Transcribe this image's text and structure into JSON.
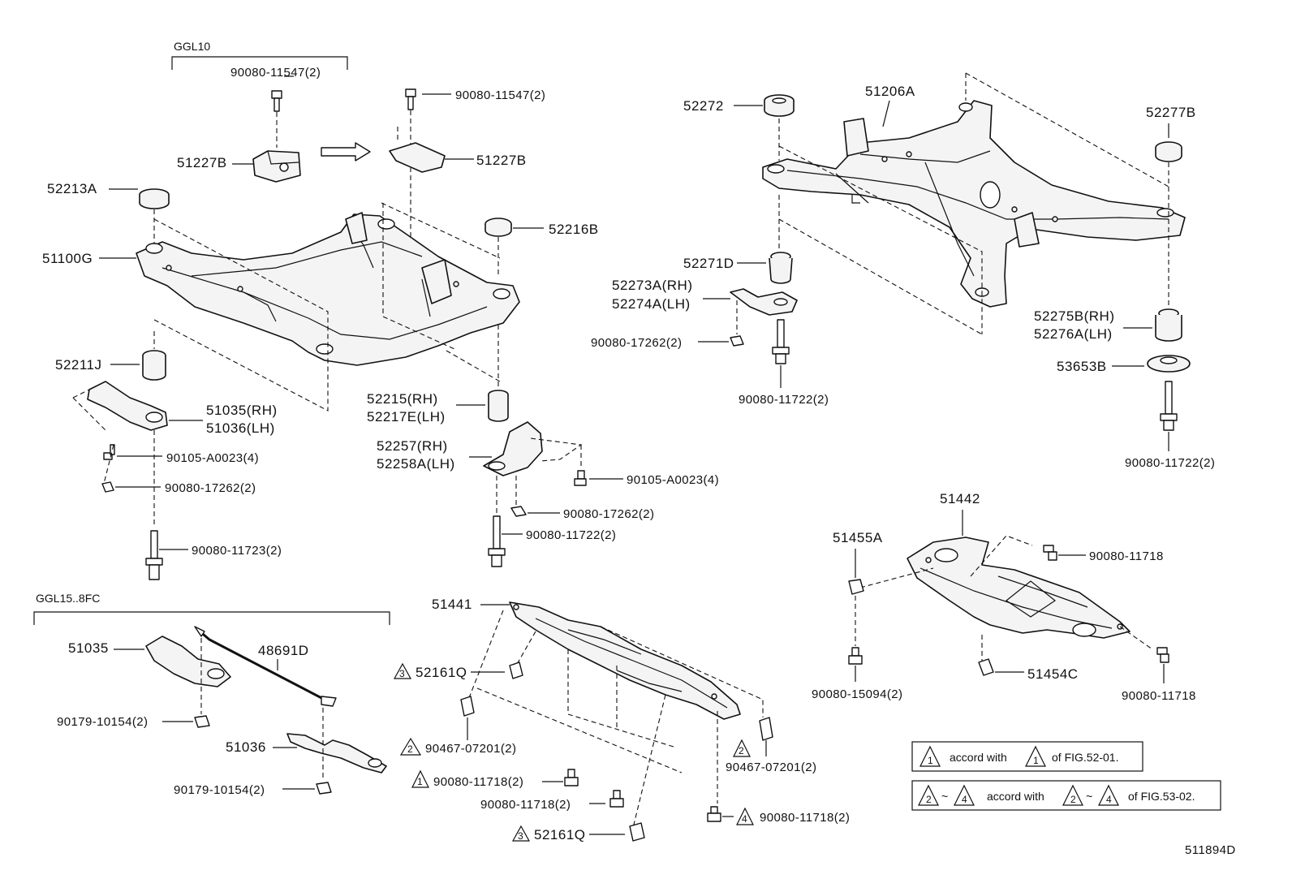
{
  "groups": {
    "ggl10": "GGL10",
    "ggl15": "GGL15..8FC"
  },
  "labels": {
    "l90080_11547_2a": "90080-11547(2)",
    "l51227b_a": "51227B",
    "l90080_11547_2b": "90080-11547(2)",
    "l51227b_b": "51227B",
    "l52213a": "52213A",
    "l51100g": "51100G",
    "l52216b": "52216B",
    "l52211j": "52211J",
    "l51035_rh": "51035(RH)",
    "l51036_lh": "51036(LH)",
    "l90105_a0023_4a": "90105-A0023(4)",
    "l90080_17262_2a": "90080-17262(2)",
    "l90080_11723_2": "90080-11723(2)",
    "l52215_rh": "52215(RH)",
    "l52217e_lh": "52217E(LH)",
    "l52257_rh": "52257(RH)",
    "l52258a_lh": "52258A(LH)",
    "l90105_a0023_4b": "90105-A0023(4)",
    "l90080_17262_2b": "90080-17262(2)",
    "l90080_11722_2a": "90080-11722(2)",
    "l52272": "52272",
    "l51206a": "51206A",
    "l52277b": "52277B",
    "l52271d": "52271D",
    "l52273a_rh": "52273A(RH)",
    "l52274a_lh": "52274A(LH)",
    "l90080_17262_2c": "90080-17262(2)",
    "l90080_11722_2b": "90080-11722(2)",
    "l52275b_rh": "52275B(RH)",
    "l52276a_lh": "52276A(LH)",
    "l53653b": "53653B",
    "l90080_11722_2c": "90080-11722(2)",
    "l51442": "51442",
    "l51455a": "51455A",
    "l90080_11718_a": "90080-11718",
    "l51454c": "51454C",
    "l90080_15094_2": "90080-15094(2)",
    "l90080_11718_b": "90080-11718",
    "l51035": "51035",
    "l48691d": "48691D",
    "l90179_10154_2a": "90179-10154(2)",
    "l51036": "51036",
    "l90179_10154_2b": "90179-10154(2)",
    "l51441": "51441",
    "l521610_a": "52161Q",
    "l90467_07201_2a": "90467-07201(2)",
    "l90080_11718_2a": "90080-11718(2)",
    "l90080_11718_2b": "90080-11718(2)",
    "l521610_b": "52161Q",
    "l90467_07201_2b": "90467-07201(2)",
    "l90080_11718_2c": "90080-11718(2)"
  },
  "markers": {
    "m3a": "3",
    "m2a": "2",
    "m1a": "1",
    "m3b": "3",
    "m2b": "2",
    "m4a": "4"
  },
  "notes": {
    "note1": {
      "tri": "1",
      "text1": "accord with",
      "tri2": "1",
      "text2": "of FIG.52-01."
    },
    "note2": {
      "tri_a": "2",
      "tilde_a": "~",
      "tri_b": "4",
      "text1": "accord with",
      "tri_c": "2",
      "tilde_b": "~",
      "tri_d": "4",
      "text2": "of FIG.53-02."
    }
  },
  "figure_id": "511894D",
  "colors": {
    "ink": "#111111",
    "paper": "#ffffff"
  }
}
